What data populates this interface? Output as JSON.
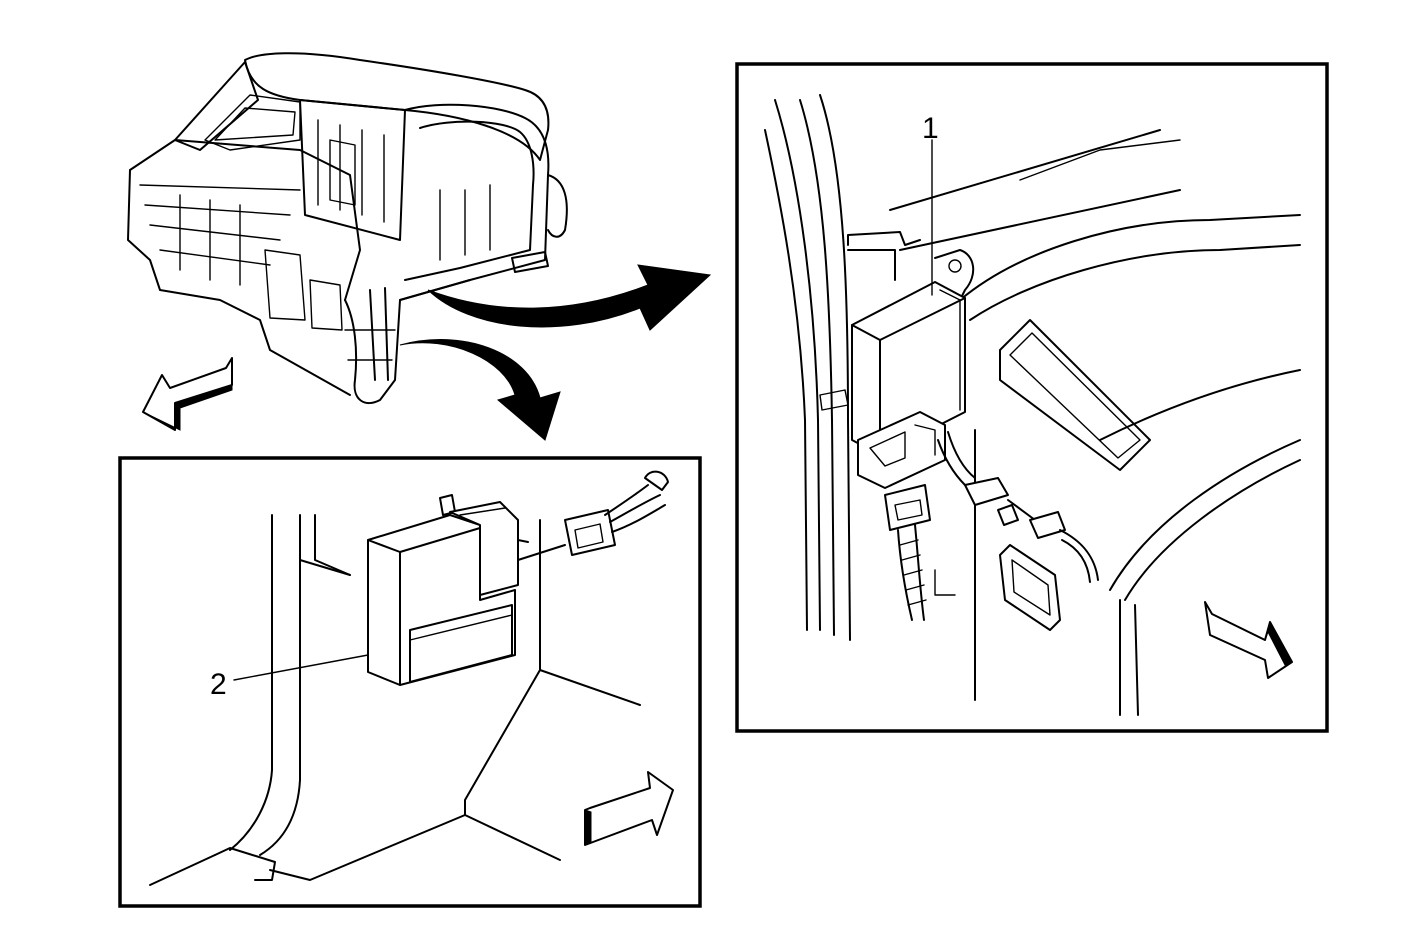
{
  "callouts": [
    {
      "id": "1",
      "text": "1"
    },
    {
      "id": "2",
      "text": "2"
    }
  ],
  "colors": {
    "ink": "#000000",
    "paper": "#ffffff"
  },
  "icons": [
    "front-direction-arrow",
    "callout-arrow",
    "wiring-harness-connector"
  ]
}
